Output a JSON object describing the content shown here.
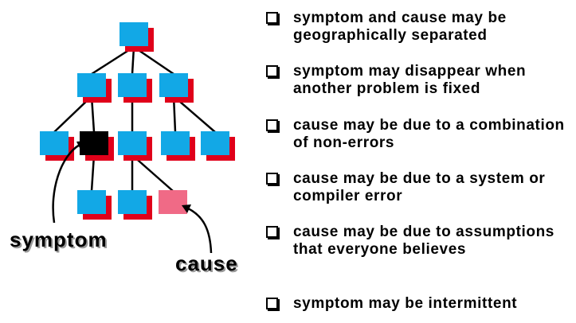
{
  "labels": {
    "symptom": "symptom",
    "cause": "cause"
  },
  "colors": {
    "node": "#12a8e6",
    "node_shadow": "#e0001a",
    "symptom_node": "#000000",
    "cause_node": "#f06a86"
  },
  "bullets": [
    "symptom and cause may be geographically separated",
    "symptom may disappear when another problem is fixed",
    "cause may be due to a combination of non-errors",
    "cause may be due to a system or compiler error",
    "cause may be due to assumptions that everyone believes",
    "symptom may be intermittent"
  ]
}
